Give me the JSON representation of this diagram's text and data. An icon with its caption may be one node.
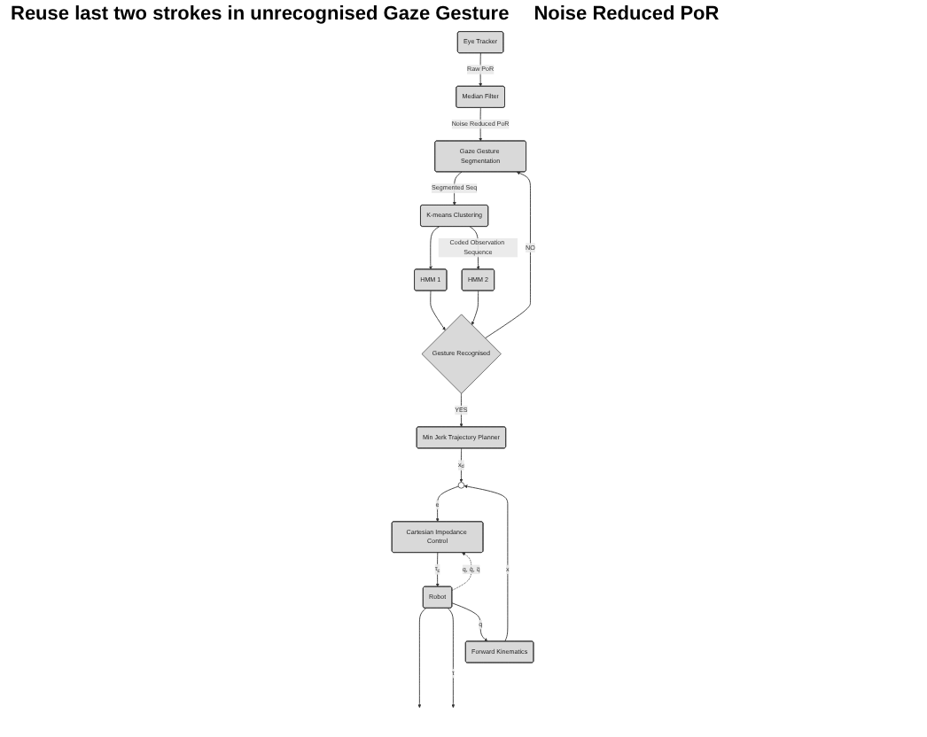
{
  "diagram": {
    "nodes": [
      {
        "text": [
          "Eye Tracker"
        ]
      },
      {
        "text": [
          "Median Filter"
        ]
      },
      {
        "text": [
          "Gaze Gesture Segmentation"
        ]
      },
      {
        "text": [
          "K-means Clustering"
        ]
      },
      {
        "text": [
          "HMM 1"
        ]
      },
      {
        "text": [
          "HMM 2"
        ]
      },
      {
        "text": [
          "Gesture Recognised"
        ]
      },
      {
        "text": [
          "Min Jerk Trajectory Planner"
        ]
      },
      {
        "text": [],
        "shape": "circle"
      },
      {
        "text": [
          "Cartesian Impedance Control"
        ]
      },
      {
        "text": [
          "Robot"
        ]
      },
      {
        "text": [
          "Forward Kinematics"
        ]
      }
    ],
    "edges": [
      {
        "from": 0,
        "to": 1,
        "arrow": "to",
        "label": "Raw PoR"
      },
      {
        "from": 1,
        "to": 2,
        "arrow": "to",
        "label": "Noise Reduced PoR"
      },
      {
        "from": 2,
        "to": 3,
        "arrow": "to",
        "label": "Segmented Seq"
      },
      {
        "from": 3,
        "to": 4,
        "arrow": "to"
      },
      {
        "from": 3,
        "to": 5,
        "arrow": "to",
        "label": "Coded Observation Sequence"
      },
      {
        "from": 4,
        "to": 6,
        "arrow": "to"
      },
      {
        "from": 5,
        "to": 6,
        "arrow": "to"
      },
      {
        "from": 6,
        "to": 7,
        "arrow": "to",
        "label": "YES"
      },
      {
        "from": 6,
        "to": 2,
        "arrow": "to",
        "label": "NO"
      },
      {
        "from": 7,
        "to": 8,
        "arrow": "to",
        "label": "x$_{d}$"
      },
      {
        "from": 8,
        "to": 9,
        "arrow": "to",
        "label": "e"
      },
      {
        "from": 9,
        "to": 10,
        "arrow": "to",
        "label": "τ$_{c}$"
      },
      {
        "from": 10,
        "to": null,
        "arrow": "to"
      },
      {
        "from": 10,
        "to": null,
        "arrow": "to",
        "label": "τ"
      },
      {
        "from": 10,
        "to": 11,
        "arrow": "to",
        "label": "q"
      },
      {
        "from": 10,
        "to": 9,
        "arrow": "to",
        "label": "q, q̇, q̈",
        "style": "dashed"
      },
      {
        "from": 11,
        "to": 8,
        "arrow": "to",
        "label": "x"
      }
    ],
    "labels": [
      "Reuse last two strokes in unrecognised Gaze Gesture",
      "Noise Reduced PoR"
    ]
  }
}
